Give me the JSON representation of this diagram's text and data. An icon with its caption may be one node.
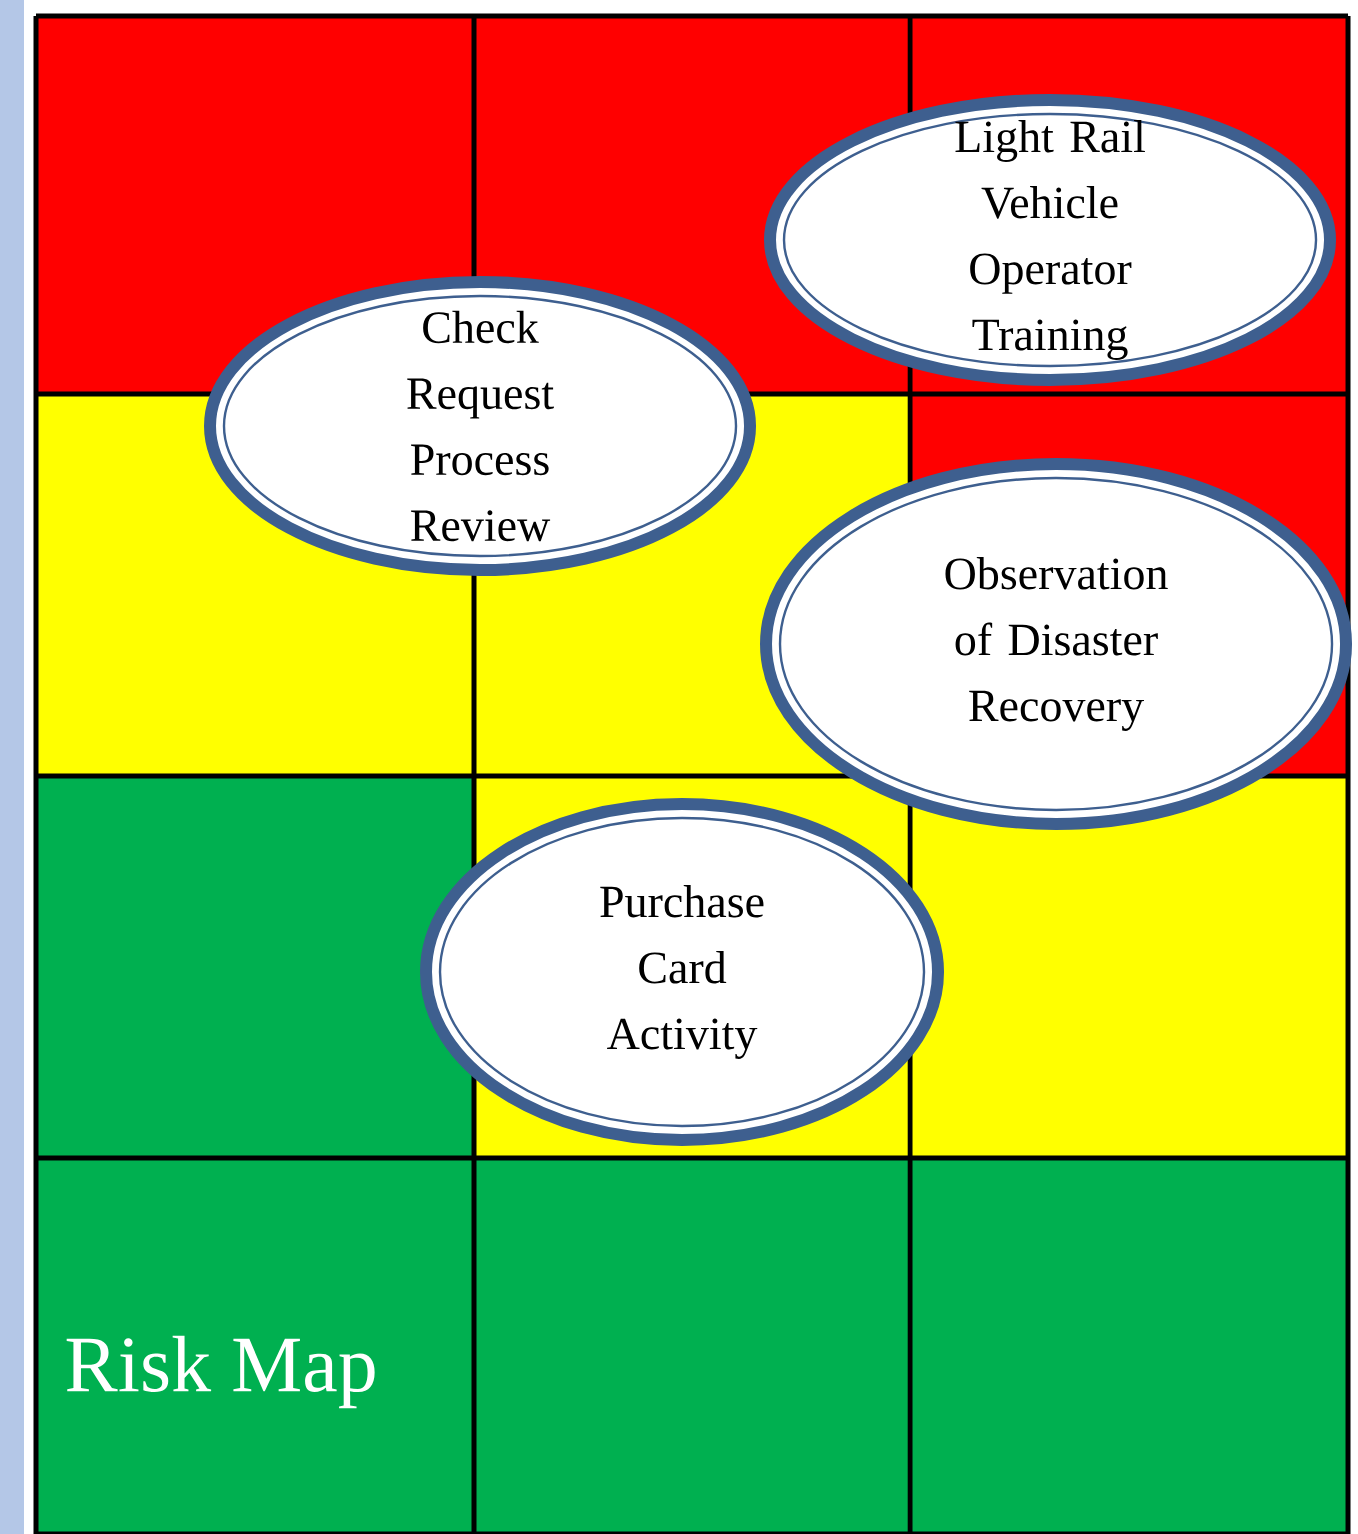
{
  "diagram": {
    "nodes": [
      {
        "text": [
          "Light Rail Vehicle Operator Training"
        ]
      },
      {
        "text": [
          "Check Request Process Review"
        ]
      },
      {
        "text": [
          "Observation of Disaster Recovery"
        ]
      },
      {
        "text": [
          "Purchase Card Activity"
        ]
      }
    ],
    "labels": [
      "Risk Map"
    ]
  }
}
